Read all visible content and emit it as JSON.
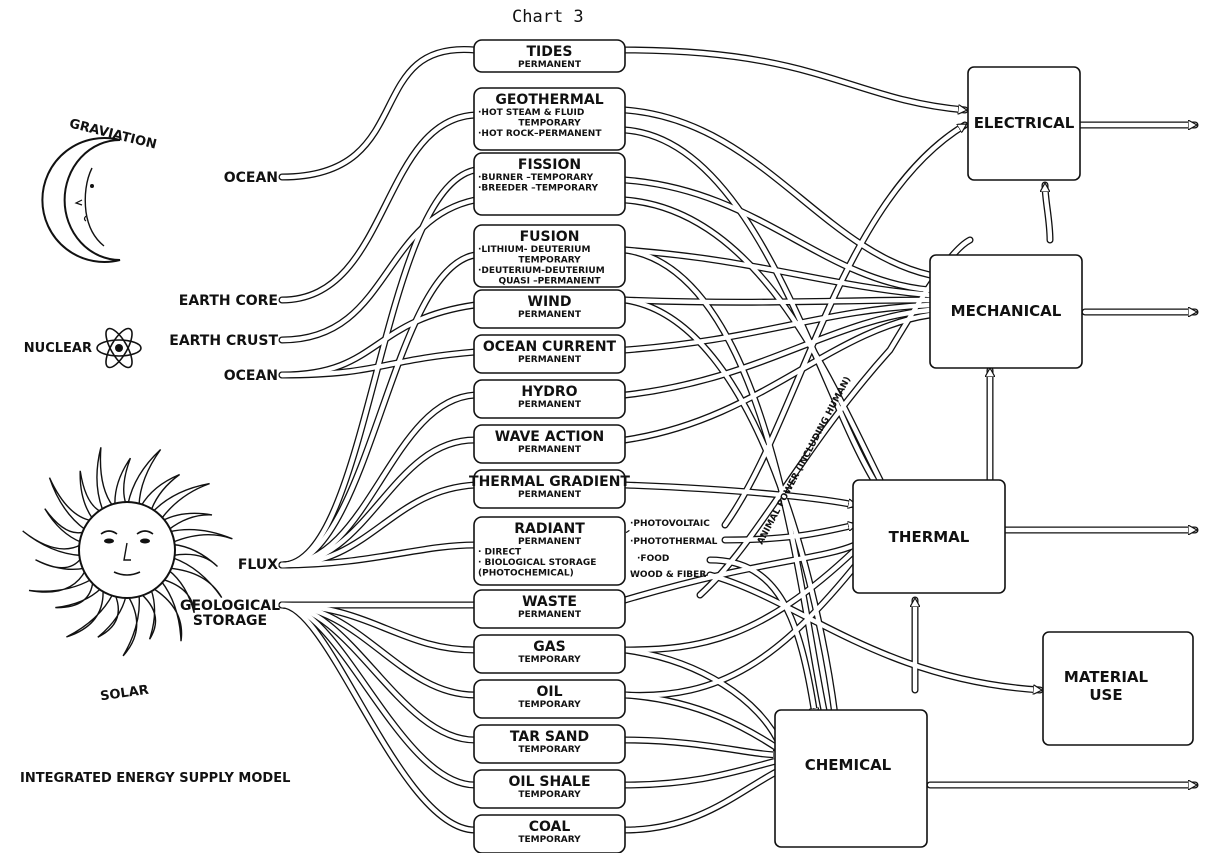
{
  "chart_title": "Chart 3",
  "model_title": "INTEGRATED ENERGY SUPPLY MODEL",
  "primary_sources": {
    "graviation": "GRAVIATION",
    "nuclear": "NUCLEAR",
    "solar": "SOLAR"
  },
  "origins": {
    "ocean_top": "OCEAN",
    "earth_core": "EARTH CORE",
    "earth_crust": "EARTH CRUST",
    "ocean_mid": "OCEAN",
    "flux": "FLUX",
    "geological_1": "GEOLOGICAL",
    "geological_2": "STORAGE"
  },
  "sources": [
    {
      "name": "TIDES",
      "lines": [
        "PERMANENT"
      ]
    },
    {
      "name": "GEOTHERMAL",
      "lines": [
        "·HOT STEAM & FLUID",
        "TEMPORARY",
        "·HOT ROCK–PERMANENT"
      ]
    },
    {
      "name": "FISSION",
      "lines": [
        "·BURNER –TEMPORARY",
        "·BREEDER –TEMPORARY"
      ]
    },
    {
      "name": "FUSION",
      "lines": [
        "·LITHIUM- DEUTERIUM",
        "TEMPORARY",
        "·DEUTERIUM-DEUTERIUM",
        "QUASI –PERMANENT"
      ]
    },
    {
      "name": "WIND",
      "lines": [
        "PERMANENT"
      ]
    },
    {
      "name": "OCEAN CURRENT",
      "lines": [
        "PERMANENT"
      ]
    },
    {
      "name": "HYDRO",
      "lines": [
        "PERMANENT"
      ]
    },
    {
      "name": "WAVE ACTION",
      "lines": [
        "PERMANENT"
      ]
    },
    {
      "name": "THERMAL GRADIENT",
      "lines": [
        "PERMANENT"
      ]
    },
    {
      "name": "RADIANT",
      "lines": [
        "PERMANENT",
        "· DIRECT",
        "· BIOLOGICAL STORAGE",
        "(PHOTOCHEMICAL)"
      ]
    },
    {
      "name": "WASTE",
      "lines": [
        "PERMANENT"
      ]
    },
    {
      "name": "GAS",
      "lines": [
        "TEMPORARY"
      ]
    },
    {
      "name": "OIL",
      "lines": [
        "TEMPORARY"
      ]
    },
    {
      "name": "TAR SAND",
      "lines": [
        "TEMPORARY"
      ]
    },
    {
      "name": "OIL SHALE",
      "lines": [
        "TEMPORARY"
      ]
    },
    {
      "name": "COAL",
      "lines": [
        "TEMPORARY"
      ]
    }
  ],
  "radiant_outputs": [
    "·PHOTOVOLTAIC",
    "·PHOTOTHERMAL",
    "·FOOD",
    "WOOD & FIBER"
  ],
  "destinations": {
    "electrical": "ELECTRICAL",
    "mechanical": "MECHANICAL",
    "thermal": "THERMAL",
    "material_1": "MATERIAL",
    "material_2": "USE",
    "chemical": "CHEMICAL"
  },
  "pipe_label": "ANIMAL POWER (INCLUDING HUMAN)"
}
